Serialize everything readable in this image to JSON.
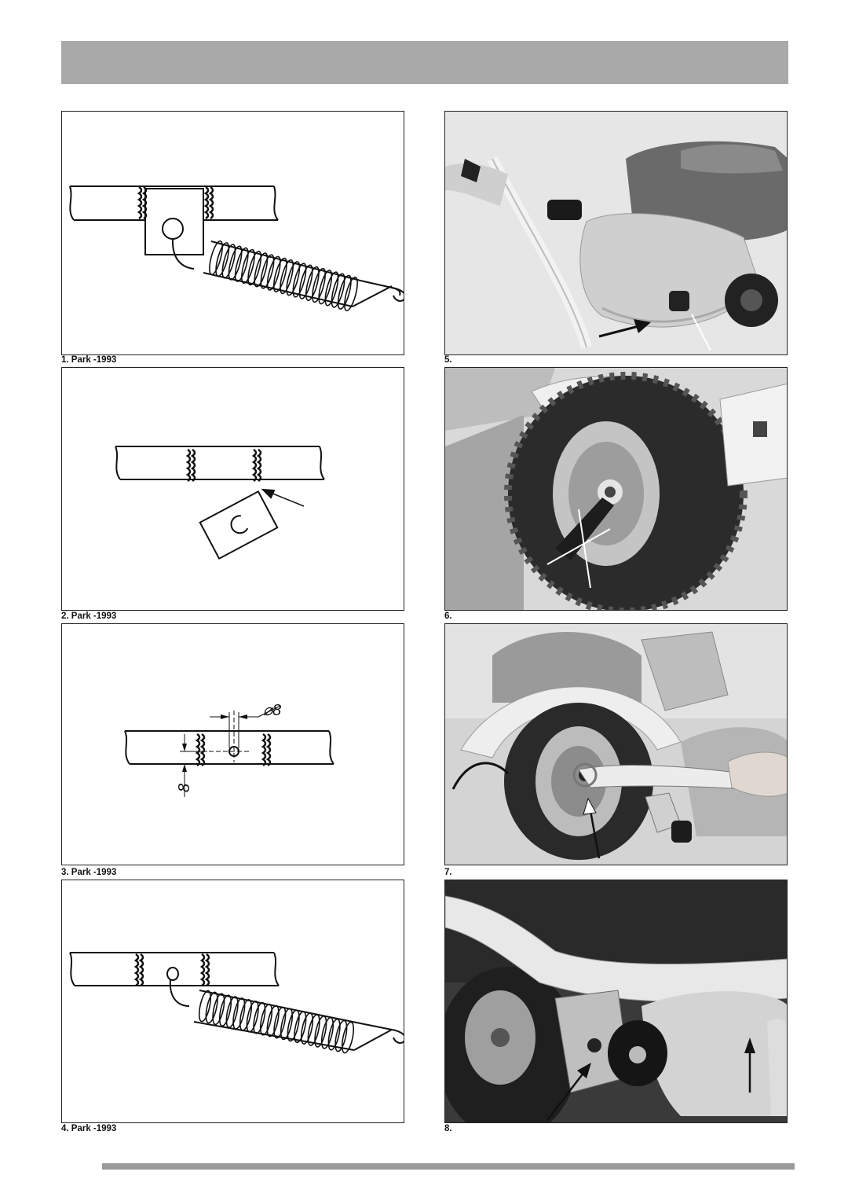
{
  "captions": {
    "fig1": "1. Park -1993",
    "fig2": "2. Park -1993",
    "fig3": "3. Park -1993",
    "fig4": "4. Park -1993",
    "fig5": "5.",
    "fig6": "6.",
    "fig7": "7.",
    "fig8": "8."
  },
  "fig3_labels": {
    "diameter": "⌀8",
    "distance": "8"
  }
}
